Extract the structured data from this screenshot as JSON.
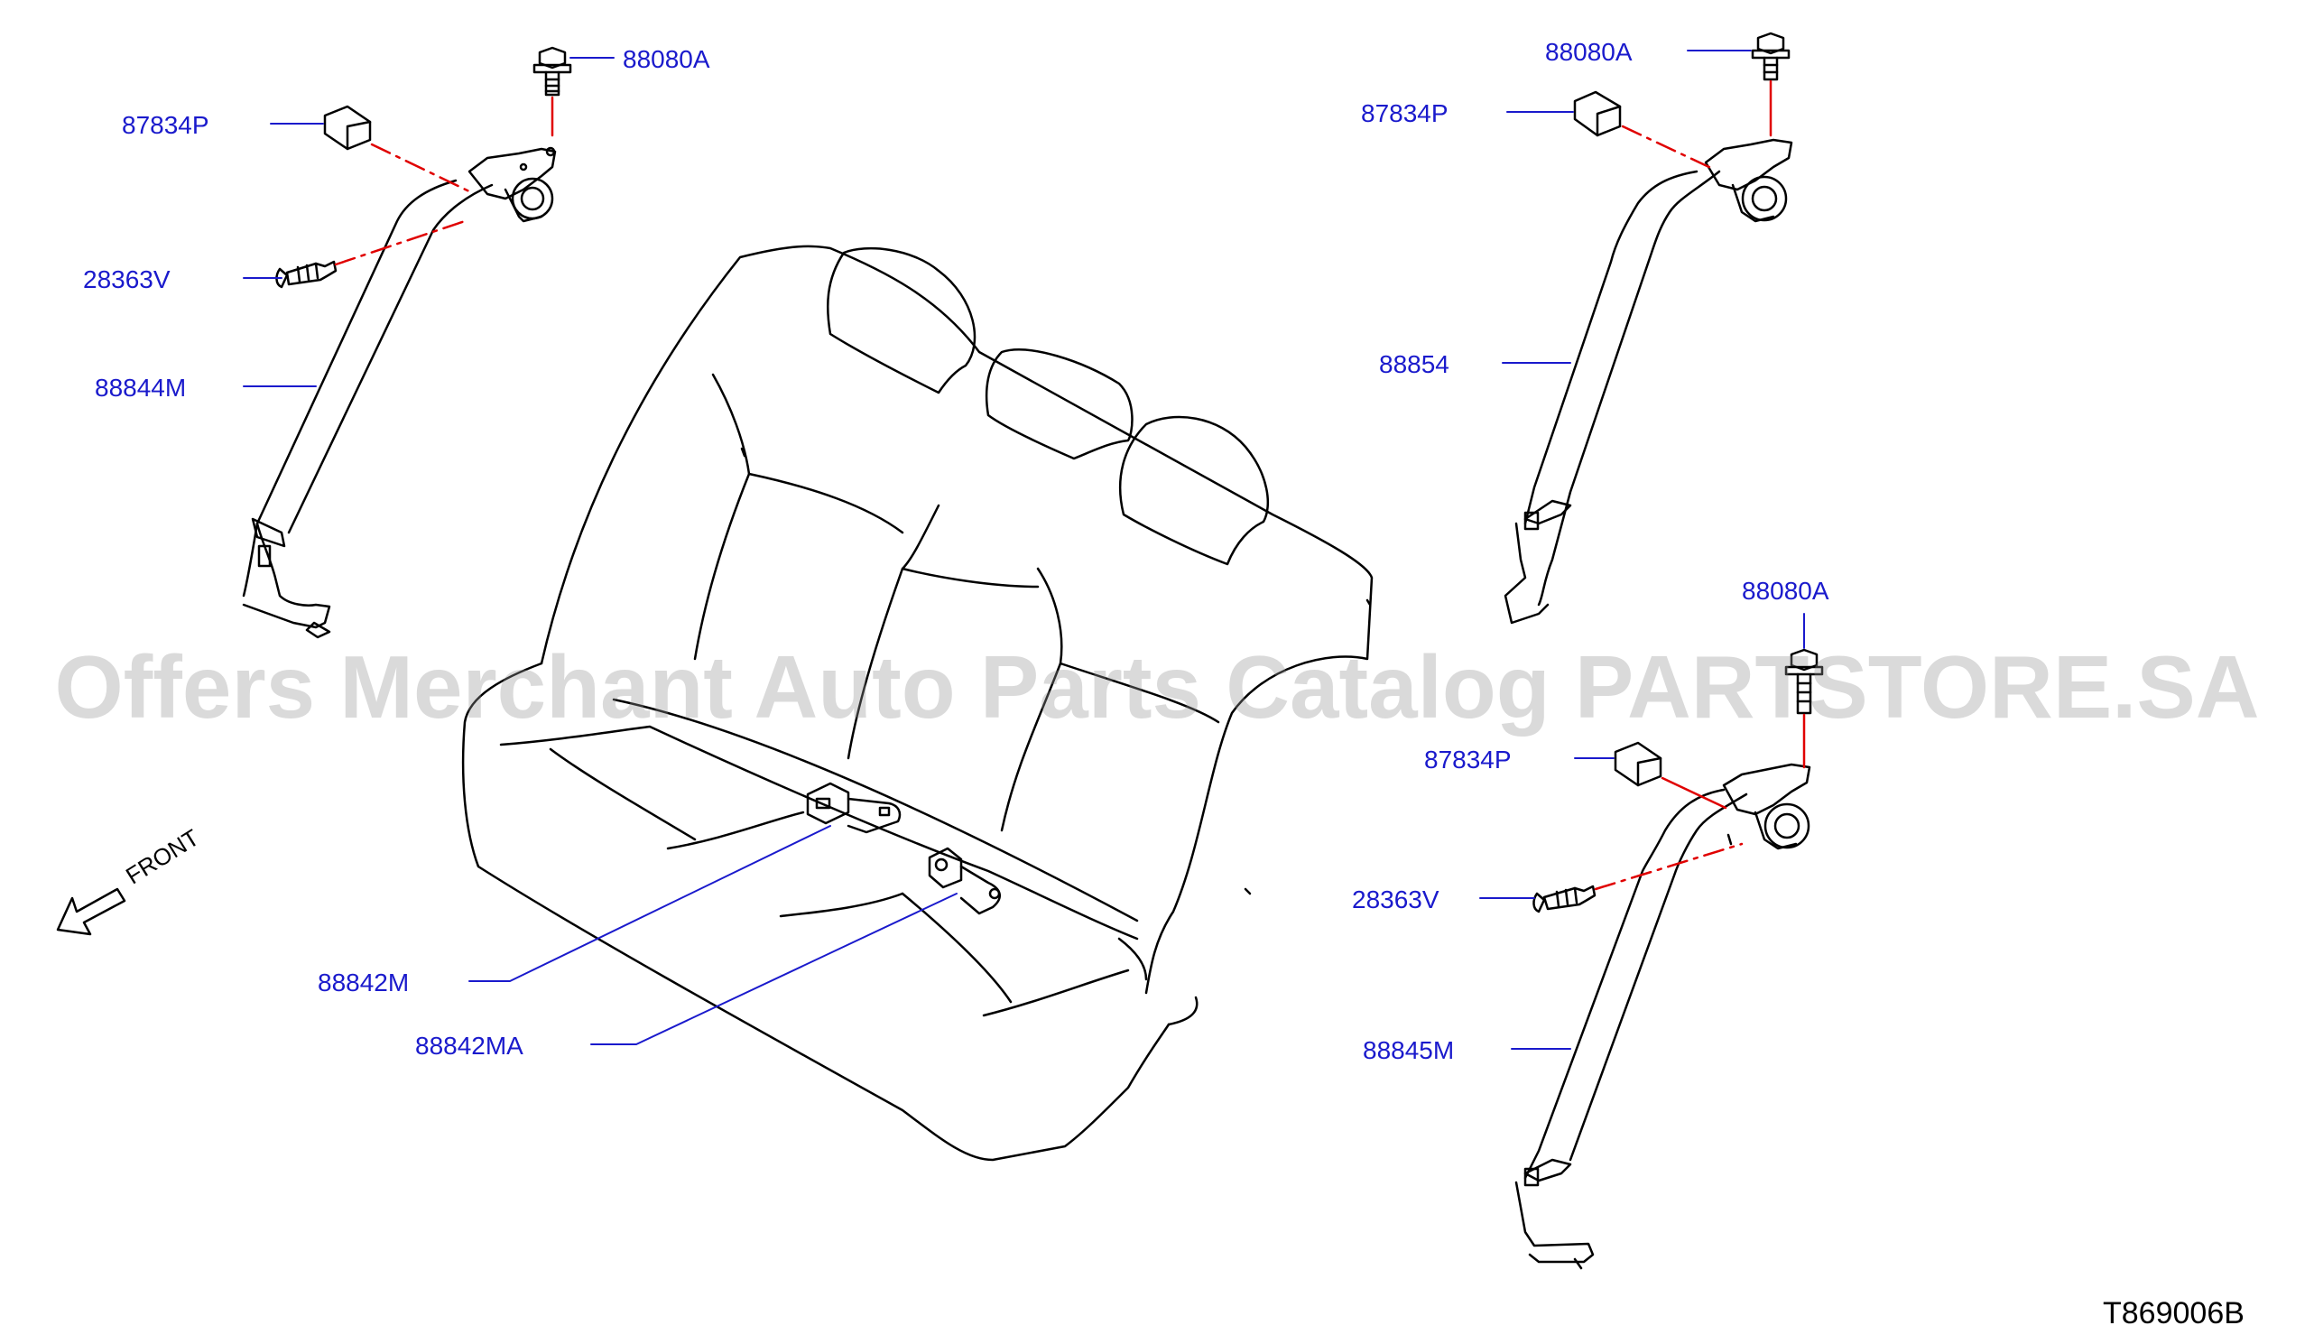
{
  "diagram": {
    "drawing_id": "T869006B",
    "watermark": "Offers Merchant Auto Parts Catalog PARTSTORE.SA",
    "front_label": "FRONT",
    "colors": {
      "callout_text": "#1a1acc",
      "leader": "#1a1acc",
      "dashed_axis": "#e00000",
      "outline": "#000000"
    },
    "callouts": {
      "bolt_left": "88080A",
      "cover_left": "87834P",
      "screw_left": "28363V",
      "belt_left": "88844M",
      "bolt_right_top": "88080A",
      "cover_right_top": "87834P",
      "belt_center": "88854",
      "bolt_right_bottom": "88080A",
      "cover_right_bottom": "87834P",
      "screw_right": "28363V",
      "belt_right": "88845M",
      "buckle_left": "88842M",
      "buckle_right": "88842MA"
    }
  }
}
